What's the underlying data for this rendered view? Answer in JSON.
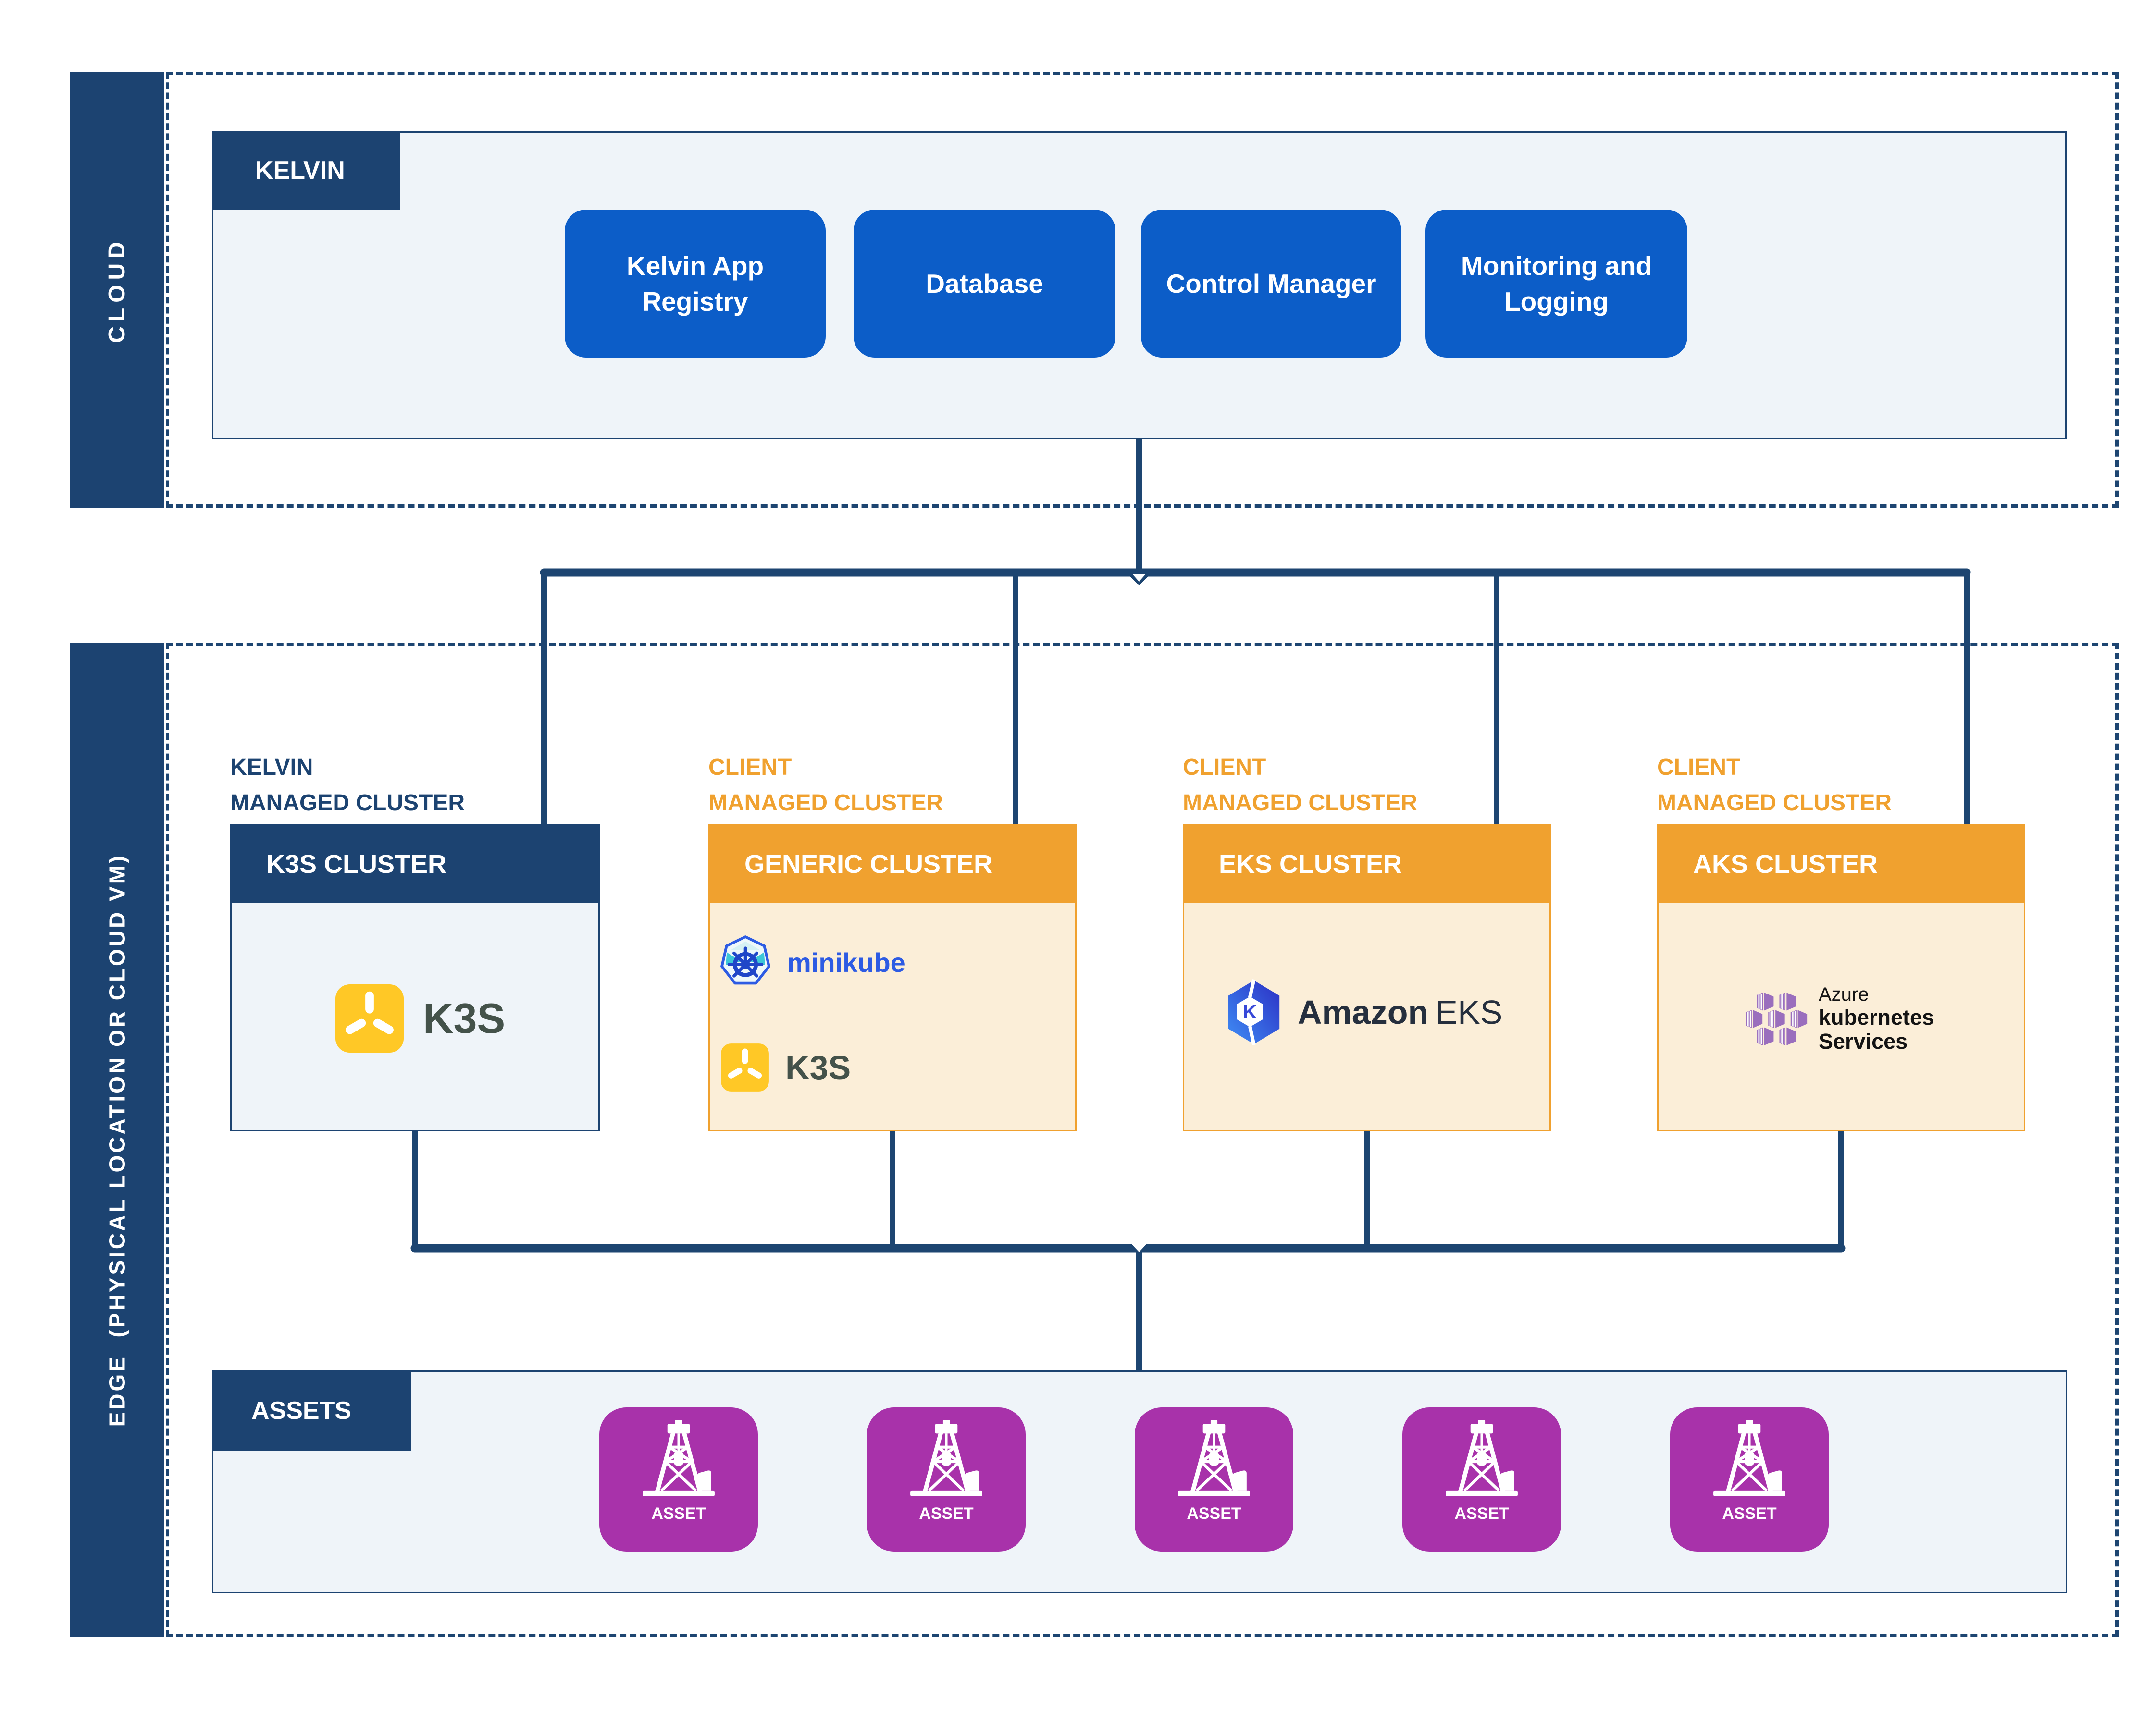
{
  "colors": {
    "navy": "#1c4371",
    "panel_blue": "#eff4f9",
    "button_blue": "#0c5dc8",
    "orange": "#f0a12f",
    "cream": "#fbeed8",
    "magenta": "#a832aa",
    "k3s_yellow": "#ffc826",
    "k3s_text": "#44524a",
    "minikube_blue": "#2d5be3",
    "kubernetes_blue": "#336de5",
    "eks_navy": "#252f3e",
    "aks_purple": "#9a6ebd"
  },
  "cloud": {
    "region_label": "CLOUD",
    "kelvin_tab": "KELVIN",
    "buttons": [
      {
        "label": "Kelvin App Registry"
      },
      {
        "label": "Database"
      },
      {
        "label": "Control Manager"
      },
      {
        "label": "Monitoring and Logging"
      }
    ]
  },
  "edge": {
    "region_label": "EDGE  (PHYSICAL LOCATION OR CLOUD VM)",
    "clusters": [
      {
        "owner_line1": "KELVIN",
        "owner_line2": "MANAGED CLUSTER",
        "title": "K3S CLUSTER"
      },
      {
        "owner_line1": "CLIENT",
        "owner_line2": "MANAGED CLUSTER",
        "title": "GENERIC CLUSTER"
      },
      {
        "owner_line1": "CLIENT",
        "owner_line2": "MANAGED CLUSTER",
        "title": "EKS CLUSTER"
      },
      {
        "owner_line1": "CLIENT",
        "owner_line2": "MANAGED CLUSTER",
        "title": "AKS CLUSTER"
      }
    ],
    "logos": {
      "k3s": "K3S",
      "k3s_generic": "K3S",
      "minikube": "minikube",
      "kubernetes": "kubernetes",
      "amazon": "Amazon",
      "eks": "EKS",
      "aks_line1": "Azure",
      "aks_line2": "kubernetes",
      "aks_line3": "Services"
    },
    "assets": {
      "tab": "ASSETS",
      "items": [
        {
          "label": "ASSET"
        },
        {
          "label": "ASSET"
        },
        {
          "label": "ASSET"
        },
        {
          "label": "ASSET"
        },
        {
          "label": "ASSET"
        }
      ]
    }
  }
}
